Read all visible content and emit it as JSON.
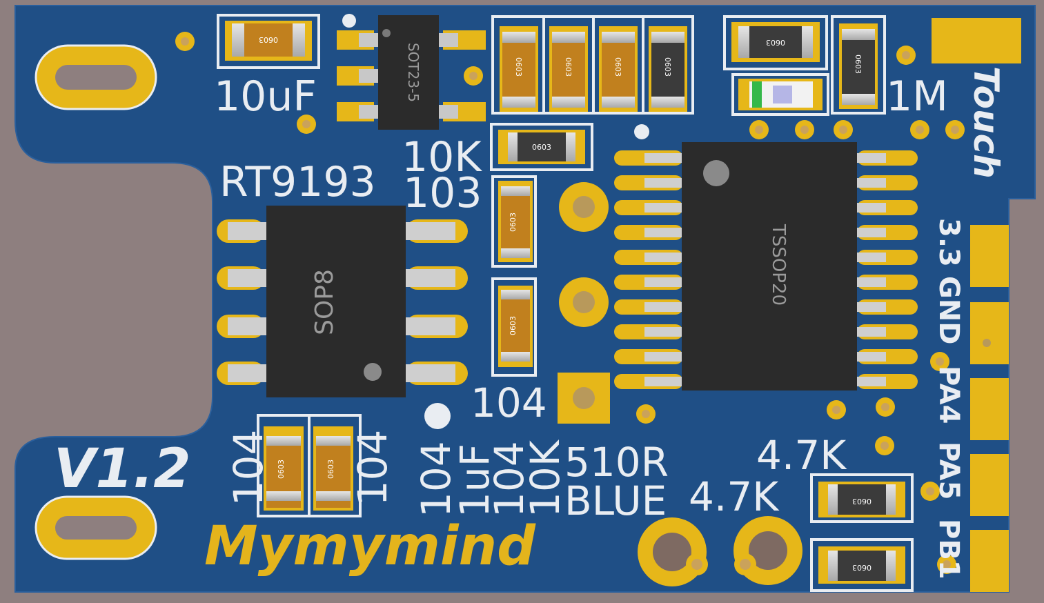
{
  "board": {
    "version": "V1.2",
    "brand": "Mymymind",
    "touch": "Touch",
    "pins": [
      "3.3",
      "GND",
      "PA4",
      "PA5",
      "PB1"
    ]
  },
  "silkscreen": {
    "cap_10uf": "10uF",
    "rt9193": "RT9193",
    "r_10k": "10K",
    "c_103": "103",
    "c_104_mid": "104",
    "c_104_left": "104",
    "c_104_right": "104",
    "r_1m": "1M",
    "r_4k7_top": "4.7K",
    "r_4k7_bottom": "4.7K",
    "col_1": "104",
    "col_2": "1uF",
    "col_3": "104",
    "col_4": "10K",
    "r_510": "510R",
    "led_blue": "BLUE"
  },
  "packages": {
    "sot23": "SOT23-5",
    "sop8": "SOP8",
    "tssop20": "TSSOP20",
    "size_0603": "0603"
  },
  "colors": {
    "background": "#8e7f7f",
    "pcb": "#1f4f86",
    "pad_gold": "#e6b719",
    "silk_white": "#e9edf2",
    "brand_yellow": "#e4b41c"
  }
}
